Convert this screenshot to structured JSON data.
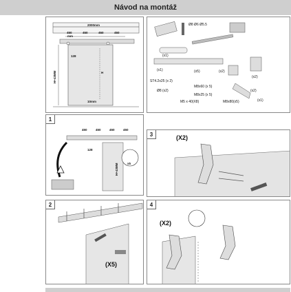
{
  "title": "Návod na montáž",
  "overview": {
    "total_width": "2000mm",
    "spacing_top": [
      "450",
      "450",
      "450",
      "450"
    ],
    "unit": "mm",
    "height_label": "H+43MM",
    "h_label": "H",
    "offset_128": "128",
    "offset_bottom": "10mm"
  },
  "parts": {
    "drill_sizes": "Ø8  Ø6  Ø5.5",
    "qty_x1_a": "(x1)",
    "qty_x1_b": "(x1)",
    "qty_x5_a": "(x5)",
    "qty_x2_a": "(x2)",
    "qty_x2_b": "(x2)",
    "qty_x2_c": "(x2)",
    "qty_x1_c": "(x1)",
    "screw_st": "ST4.2x25 (x 2)",
    "washer_d8": "Ø8 (x2)",
    "bolt_m8x60": "M8x60 (x 5)",
    "bolt_m8x25": "M8x25 (x 5)",
    "nut_m5": "M5 x 40(X8)",
    "bolt_m8x80": "M8x80(x5)"
  },
  "steps": [
    {
      "number": "1",
      "spacing": [
        "450",
        "450",
        "450",
        "450"
      ],
      "offset": "128",
      "height": "H+43MM",
      "badge": "x5"
    },
    {
      "number": "2",
      "count": "(X5)"
    },
    {
      "number": "3",
      "count": "(X2)"
    },
    {
      "number": "4",
      "count": "(X2)"
    }
  ]
}
